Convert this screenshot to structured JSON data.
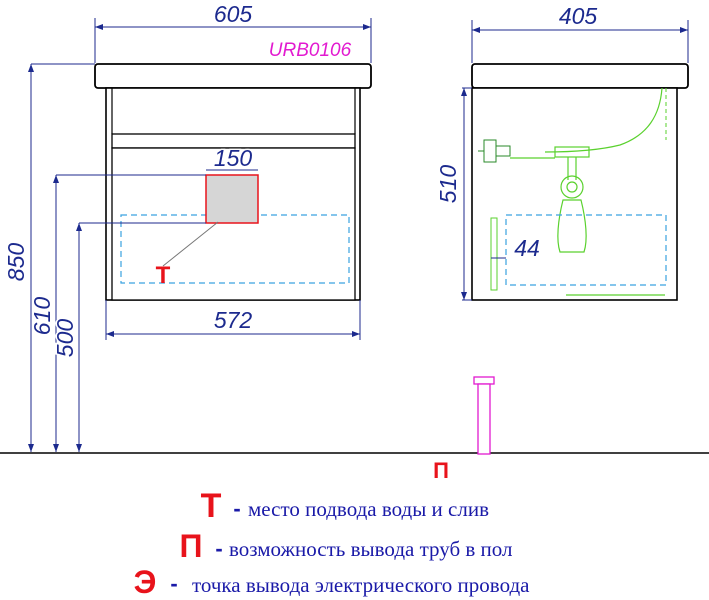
{
  "front_view": {
    "width_label": "605",
    "model_code": "URB0106",
    "box_width_label": "150",
    "inner_width_label": "572",
    "height_total_label": "850",
    "height_610_label": "610",
    "height_500_label": "500",
    "water_mark": "Т"
  },
  "side_view": {
    "depth_label": "405",
    "height_label": "510",
    "offset_label": "44"
  },
  "floor_mark": "П",
  "legend": [
    {
      "symbol": "Т",
      "separator": "-",
      "text": "место подвода воды и слив"
    },
    {
      "symbol": "П",
      "separator": "-",
      "text": "возможность вывода труб в пол"
    },
    {
      "symbol": "Э",
      "separator": "-",
      "text": "точка вывода электрического провода"
    }
  ],
  "colors": {
    "dimension": "#1c2a8e",
    "model_code": "#e21ad0",
    "mark": "#e8131b",
    "siphon": "#5ad12e",
    "box_fill": "#d6d6d6",
    "hidden_line": "#3aa2e0"
  }
}
